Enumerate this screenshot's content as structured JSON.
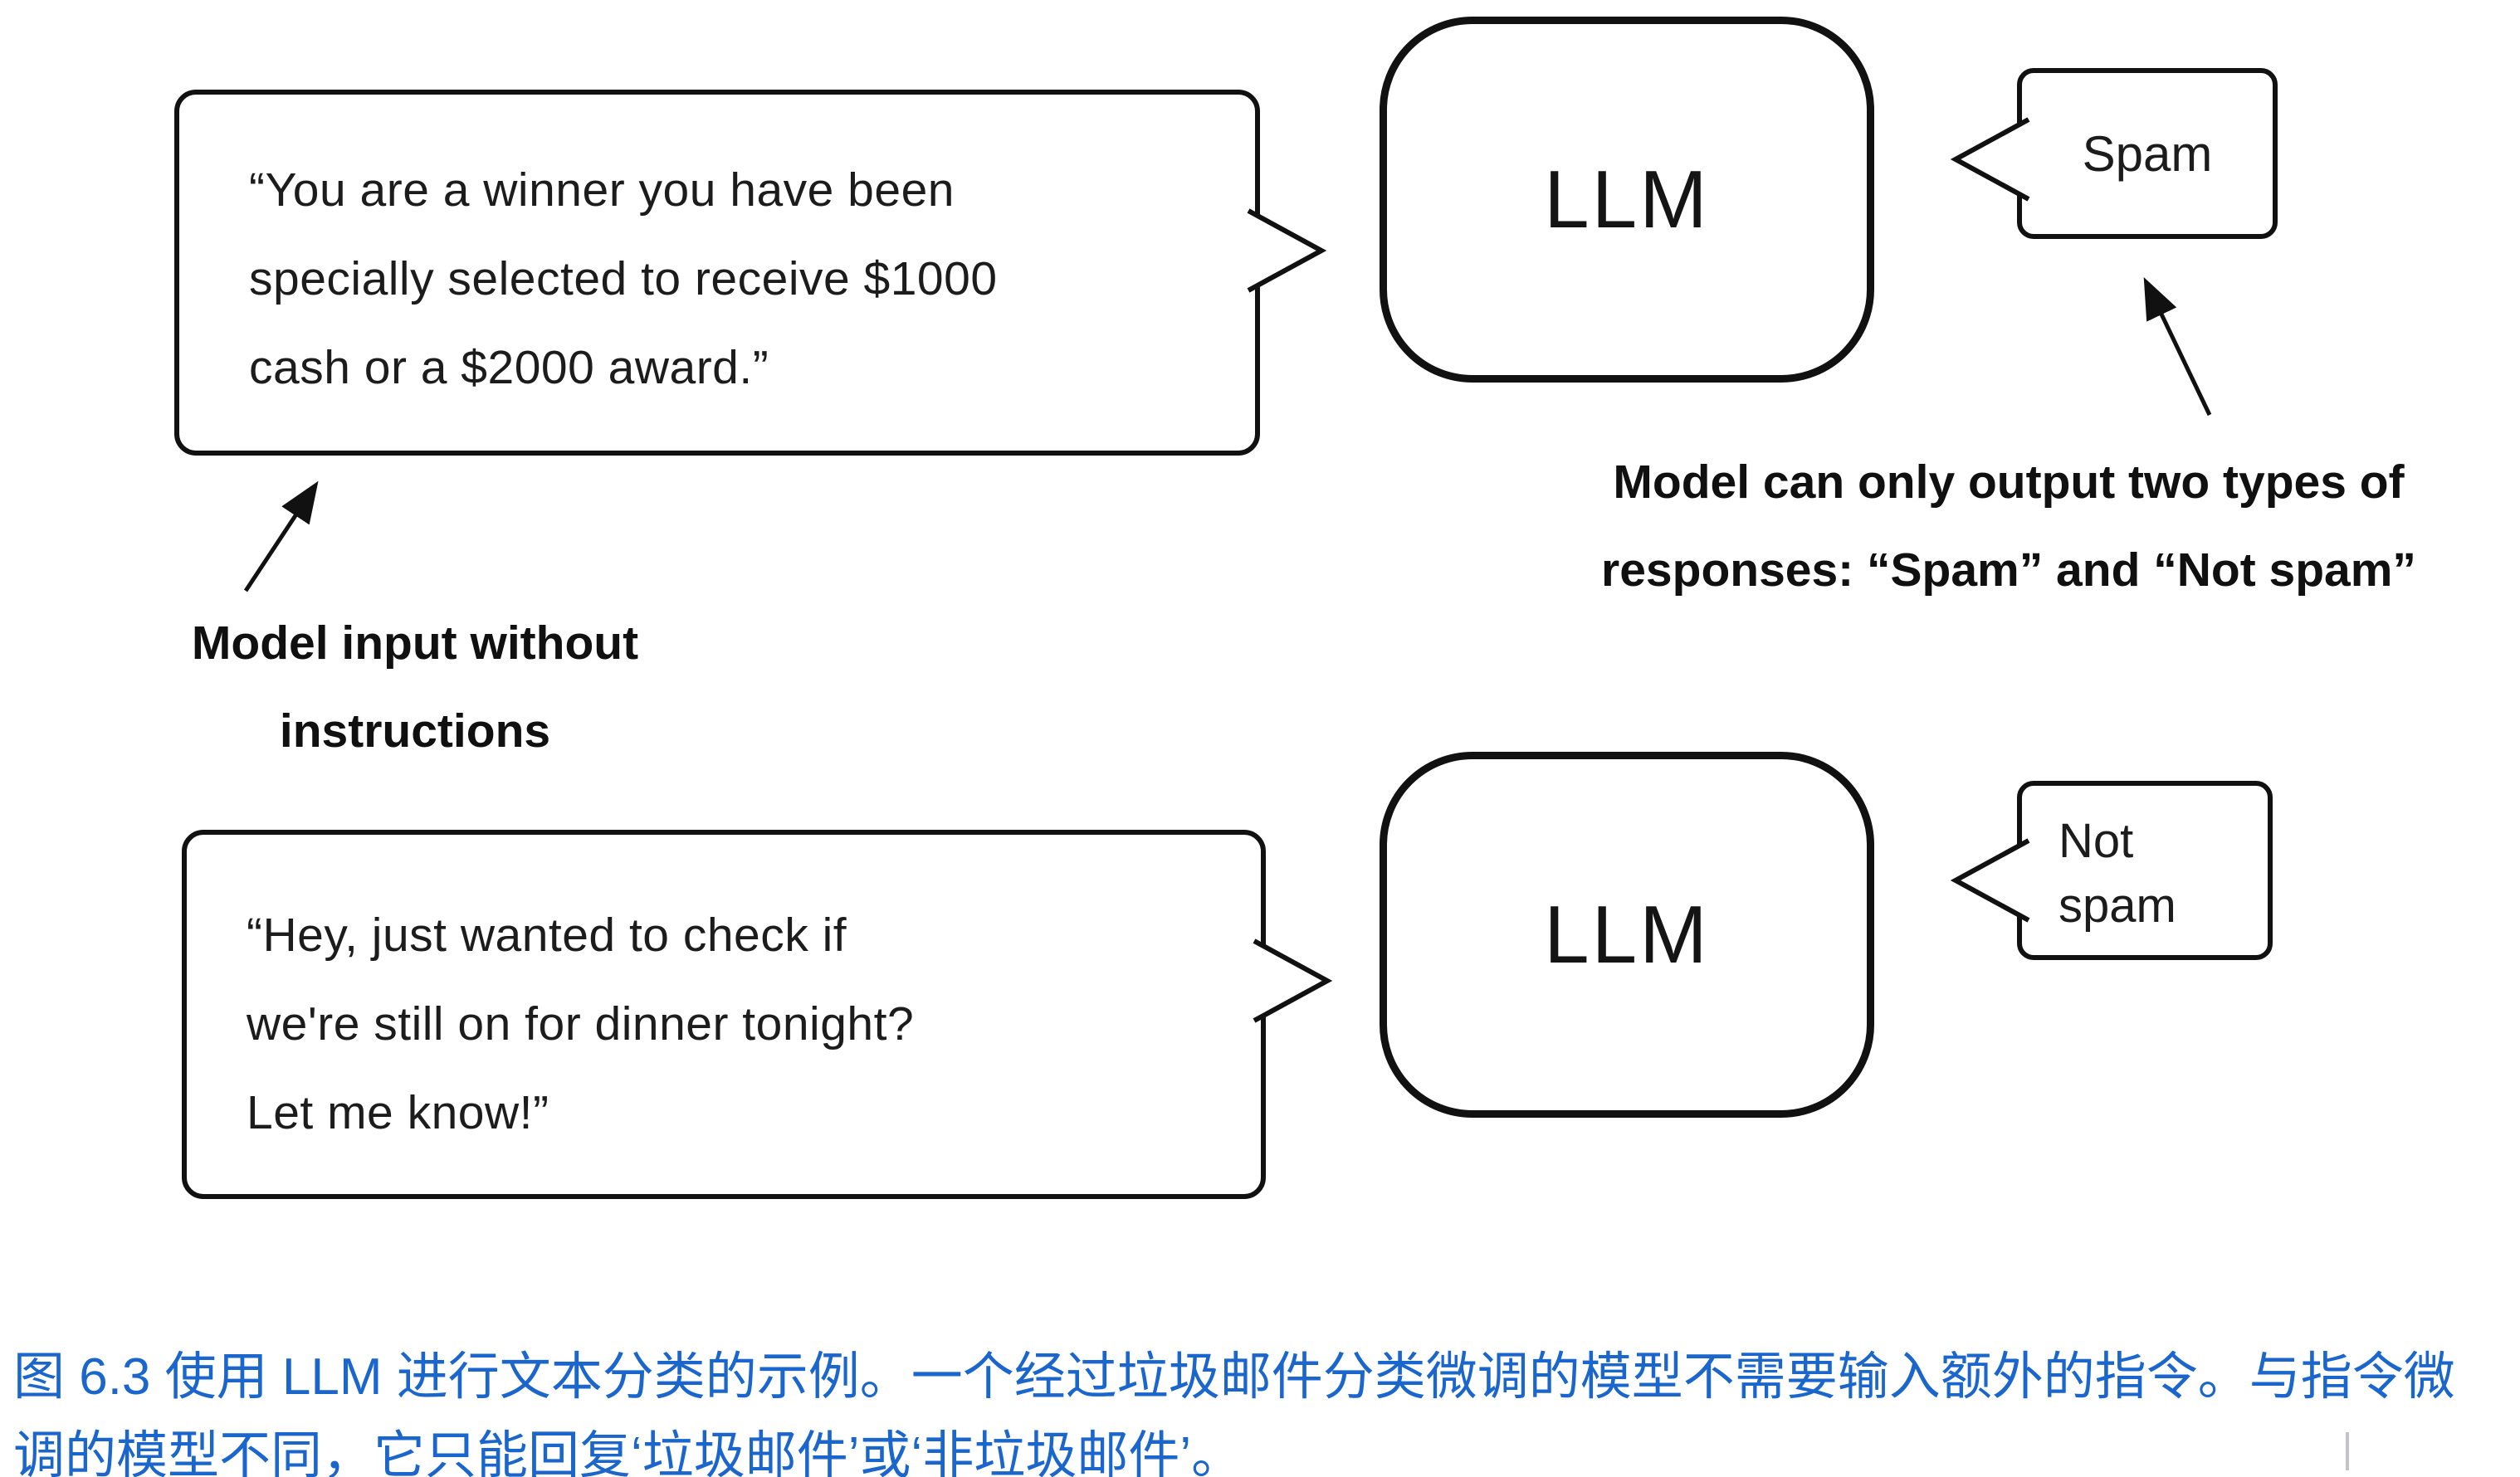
{
  "colors": {
    "ink": "#111111",
    "caption_blue": "#1a66cc",
    "background": "#ffffff"
  },
  "diagram": {
    "input_bubble_top": {
      "lines": [
        "“You are a winner you have been",
        "specially selected to receive $1000",
        "cash or a $2000 award.”"
      ]
    },
    "input_bubble_bottom": {
      "lines": [
        "“Hey, just wanted to check if",
        "we're still on for dinner tonight?",
        "Let me know!”"
      ]
    },
    "llm_box_top": {
      "label": "LLM"
    },
    "llm_box_bottom": {
      "label": "LLM"
    },
    "output_bubble_top": {
      "label": "Spam"
    },
    "output_bubble_bottom": {
      "lines": [
        "Not",
        "spam"
      ]
    },
    "annotation_left": {
      "lines": [
        "Model input without",
        "instructions"
      ]
    },
    "annotation_right": {
      "lines": [
        "Model can only output two types of",
        "responses: “Spam” and “Not spam”"
      ]
    }
  },
  "caption": {
    "lines": [
      "图 6.3 使用 LLM 进行文本分类的示例。一个经过垃圾邮件分类微调的模型不需要输入额外的指令。与指令微",
      "调的模型不同，它只能回复‘垃圾邮件’或‘非垃圾邮件’。"
    ]
  }
}
